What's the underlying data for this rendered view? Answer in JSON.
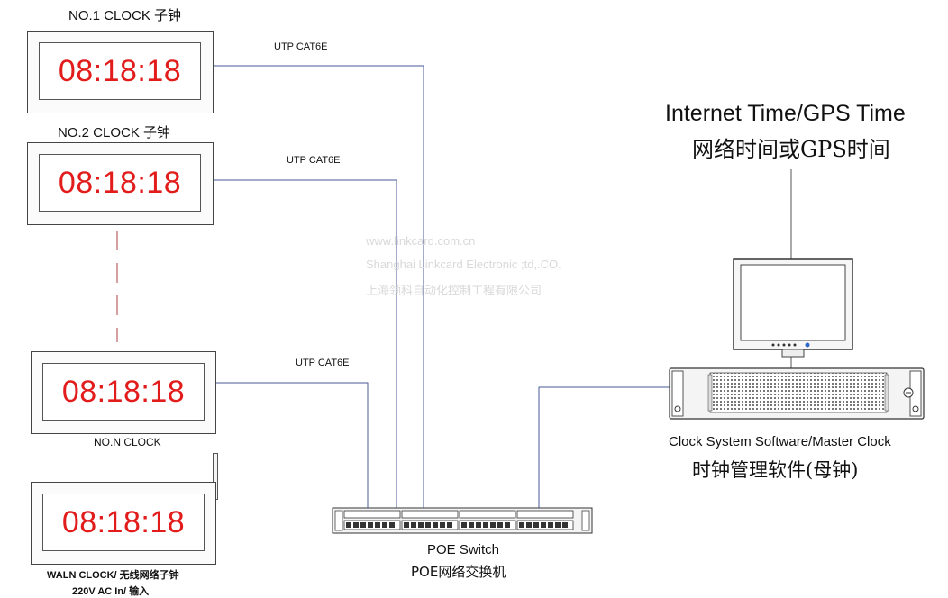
{
  "clocks": [
    {
      "title": "NO.1 CLOCK  子钟",
      "time": "08:18:18"
    },
    {
      "title": "NO.2 CLOCK  子钟",
      "time": "08:18:18"
    },
    {
      "title": "NO.N CLOCK",
      "time": "08:18:18"
    },
    {
      "title": "WALN CLOCK/ 无线网络子钟",
      "subtitle": "220V AC In/ 输入",
      "time": "08:18:18"
    }
  ],
  "cables": [
    "UTP CAT6E",
    "UTP CAT6E",
    "UTP CAT6E"
  ],
  "watermark": {
    "line1": "www.linkcard.com.cn",
    "line2": "Shanghai Linkcard Electronic ;td,.CO.",
    "line3": "上海领科自动化控制工程有限公司"
  },
  "time_source": {
    "en": "Internet Time/GPS Time",
    "zh": "网络时间或GPS时间"
  },
  "master": {
    "en": "Clock System Software/Master Clock",
    "zh": "时钟管理软件(母钟)"
  },
  "switch": {
    "en": "POE Switch",
    "zh": "POE网络交换机"
  },
  "colors": {
    "clock_digits": "#e21b1b",
    "cable": "#4a5a9a",
    "dashed": "#c98080"
  }
}
